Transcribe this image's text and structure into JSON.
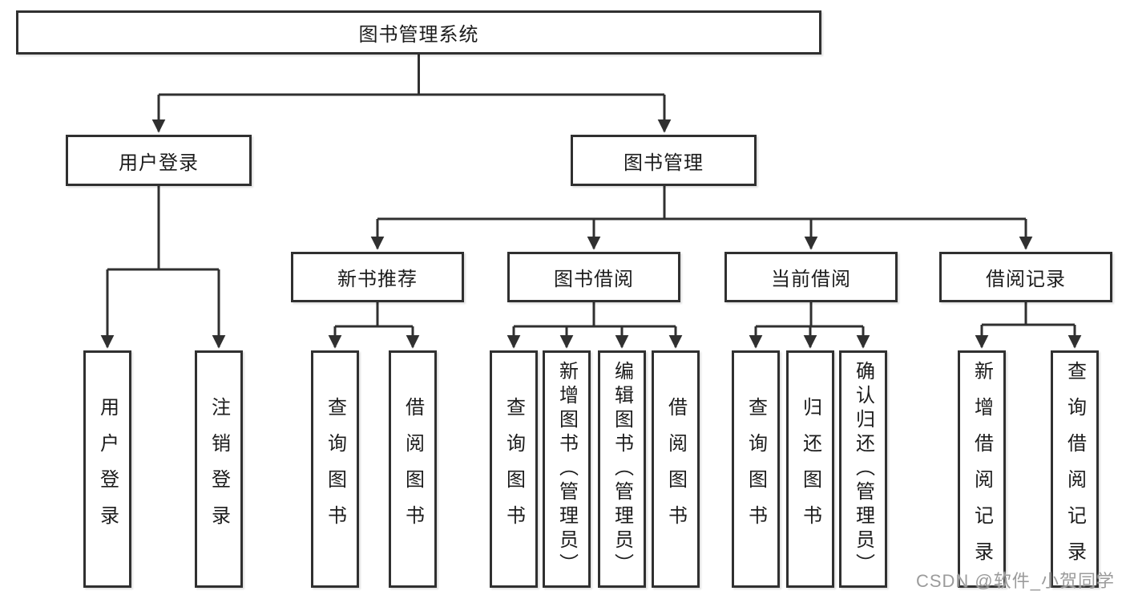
{
  "colors": {
    "line": "#303030",
    "text": "#1c1c1c",
    "box_bg": "#ffffff",
    "watermark": "#9b9b9b"
  },
  "watermark": {
    "text": "CSDN @软件_小贺同学"
  },
  "nodes": {
    "root": {
      "label": "图书管理系统"
    },
    "level2": [
      {
        "label": "用户登录"
      },
      {
        "label": "图书管理"
      }
    ],
    "level3": [
      {
        "label": "新书推荐"
      },
      {
        "label": "图书借阅"
      },
      {
        "label": "当前借阅"
      },
      {
        "label": "借阅记录"
      }
    ],
    "leaves": [
      {
        "label": "用户登录"
      },
      {
        "label": "注销登录"
      },
      {
        "label": "查询图书"
      },
      {
        "label": "借阅图书"
      },
      {
        "label": "查询图书"
      },
      {
        "label": "新增图书（管理员）"
      },
      {
        "label": "编辑图书（管理员）"
      },
      {
        "label": "借阅图书"
      },
      {
        "label": "查询图书"
      },
      {
        "label": "归还图书"
      },
      {
        "label": "确认归还（管理员）"
      },
      {
        "label": "新增借阅记录"
      },
      {
        "label": "查询借阅记录"
      }
    ]
  }
}
